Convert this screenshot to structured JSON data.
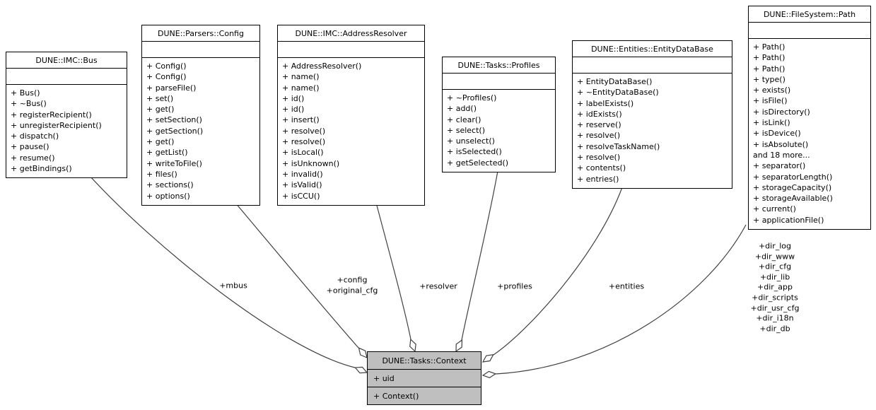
{
  "colors": {
    "box_fill": "#ffffff",
    "context_fill": "#bfbfbf",
    "border": "#000000",
    "edge": "#404040"
  },
  "classes": {
    "bus": {
      "name": "DUNE::IMC::Bus",
      "methods": [
        "+ Bus()",
        "+ ~Bus()",
        "+ registerRecipient()",
        "+ unregisterRecipient()",
        "+ dispatch()",
        "+ pause()",
        "+ resume()",
        "+ getBindings()"
      ]
    },
    "config": {
      "name": "DUNE::Parsers::Config",
      "methods": [
        "+ Config()",
        "+ Config()",
        "+ parseFile()",
        "+ set()",
        "+ get()",
        "+ setSection()",
        "+ getSection()",
        "+ get()",
        "+ getList()",
        "+ writeToFile()",
        "+ files()",
        "+ sections()",
        "+ options()"
      ]
    },
    "address_resolver": {
      "name": "DUNE::IMC::AddressResolver",
      "methods": [
        "+ AddressResolver()",
        "+ name()",
        "+ name()",
        "+ id()",
        "+ id()",
        "+ insert()",
        "+ resolve()",
        "+ resolve()",
        "+ isLocal()",
        "+ isUnknown()",
        "+ invalid()",
        "+ isValid()",
        "+ isCCU()"
      ]
    },
    "profiles": {
      "name": "DUNE::Tasks::Profiles",
      "methods": [
        "+ ~Profiles()",
        "+ add()",
        "+ clear()",
        "+ select()",
        "+ unselect()",
        "+ isSelected()",
        "+ getSelected()"
      ]
    },
    "entity_database": {
      "name": "DUNE::Entities::EntityDataBase",
      "methods": [
        "+ EntityDataBase()",
        "+ ~EntityDataBase()",
        "+ labelExists()",
        "+ idExists()",
        "+ reserve()",
        "+ resolve()",
        "+ resolveTaskName()",
        "+ resolve()",
        "+ contents()",
        "+ entries()"
      ]
    },
    "path": {
      "name": "DUNE::FileSystem::Path",
      "methods": [
        "+ Path()",
        "+ Path()",
        "+ Path()",
        "+ type()",
        "+ exists()",
        "+ isFile()",
        "+ isDirectory()",
        "+ isLink()",
        "+ isDevice()",
        "+ isAbsolute()",
        "and 18 more...",
        "+ separator()",
        "+ separatorLength()",
        "+ storageCapacity()",
        "+ storageAvailable()",
        "+ current()",
        "+ applicationFile()"
      ]
    },
    "context": {
      "name": "DUNE::Tasks::Context",
      "attribute": "+ uid",
      "method": "+ Context()"
    }
  },
  "edge_labels": {
    "mbus": "+mbus",
    "config": "+config\n+original_cfg",
    "resolver": "+resolver",
    "profiles": "+profiles",
    "entities": "+entities",
    "path_dirs": "+dir_log\n+dir_www\n+dir_cfg\n+dir_lib\n+dir_app\n+dir_scripts\n+dir_usr_cfg\n+dir_i18n\n+dir_db"
  }
}
